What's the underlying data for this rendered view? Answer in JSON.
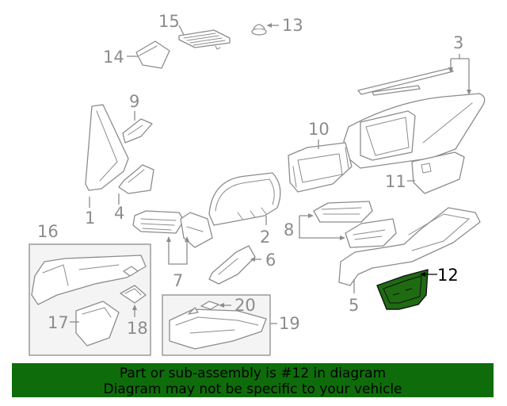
{
  "diagram": {
    "highlight_color": "#1f6b12",
    "callouts": {
      "c1": "1",
      "c2": "2",
      "c3": "3",
      "c4": "4",
      "c5": "5",
      "c6": "6",
      "c7": "7",
      "c8": "8",
      "c9": "9",
      "c10": "10",
      "c11": "11",
      "c12": "12",
      "c13": "13",
      "c14": "14",
      "c15": "15",
      "c16": "16",
      "c17": "17",
      "c18": "18",
      "c19": "19",
      "c20": "20"
    }
  },
  "banner": {
    "line1": "Part or sub-assembly is #12 in diagram",
    "line2": "Diagram may not be specific to your vehicle",
    "background": "#0e6d0a"
  }
}
